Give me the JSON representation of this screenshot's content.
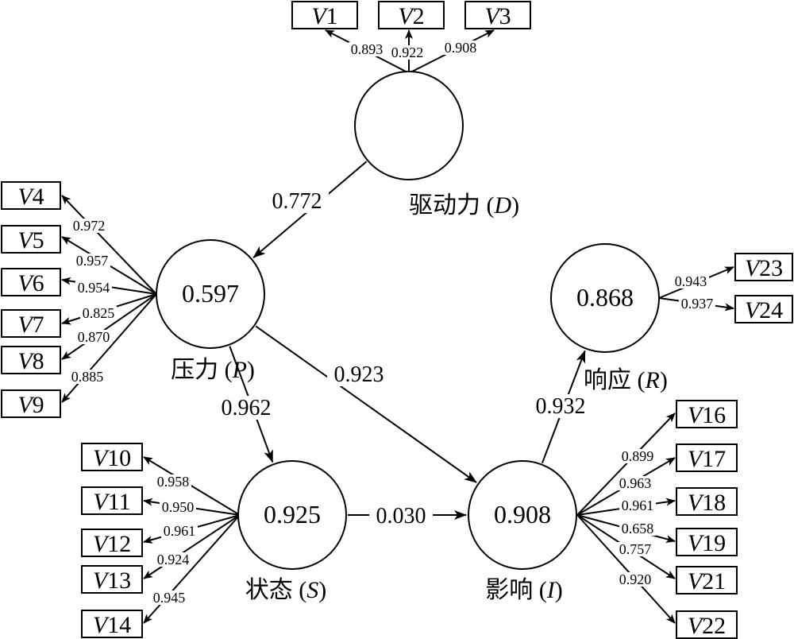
{
  "title": "DPSIR structural equation model path diagram",
  "colors": {
    "stroke": "#000000",
    "background": "#ffffff"
  },
  "constructs": {
    "D": {
      "name_cn": "驱动力",
      "abbr": "D",
      "r2": ""
    },
    "P": {
      "name_cn": "压力",
      "abbr": "P",
      "r2": "0.597"
    },
    "S": {
      "name_cn": "状态",
      "abbr": "S",
      "r2": "0.925"
    },
    "I": {
      "name_cn": "影响",
      "abbr": "I",
      "r2": "0.908"
    },
    "R": {
      "name_cn": "响应",
      "abbr": "R",
      "r2": "0.868"
    }
  },
  "paths": [
    {
      "from": "D",
      "to": "P",
      "coef": "0.772"
    },
    {
      "from": "P",
      "to": "S",
      "coef": "0.962"
    },
    {
      "from": "P",
      "to": "I",
      "coef": "0.923"
    },
    {
      "from": "S",
      "to": "I",
      "coef": "0.030"
    },
    {
      "from": "I",
      "to": "R",
      "coef": "0.932"
    }
  ],
  "indicators": {
    "D": [
      {
        "name": "V1",
        "loading": "0.893"
      },
      {
        "name": "V2",
        "loading": "0.922"
      },
      {
        "name": "V3",
        "loading": "0.908"
      }
    ],
    "P": [
      {
        "name": "V4",
        "loading": "0.972"
      },
      {
        "name": "V5",
        "loading": "0.957"
      },
      {
        "name": "V6",
        "loading": "0.954"
      },
      {
        "name": "V7",
        "loading": "0.825"
      },
      {
        "name": "V8",
        "loading": "0.870"
      },
      {
        "name": "V9",
        "loading": "0.885"
      }
    ],
    "S": [
      {
        "name": "V10",
        "loading": "0.958"
      },
      {
        "name": "V11",
        "loading": "0.950"
      },
      {
        "name": "V12",
        "loading": "0.961"
      },
      {
        "name": "V13",
        "loading": "0.924"
      },
      {
        "name": "V14",
        "loading": "0.945"
      }
    ],
    "I": [
      {
        "name": "V16",
        "loading": "0.899"
      },
      {
        "name": "V17",
        "loading": "0.963"
      },
      {
        "name": "V18",
        "loading": "0.961"
      },
      {
        "name": "V19",
        "loading": "0.658"
      },
      {
        "name": "V21",
        "loading": "0.757"
      },
      {
        "name": "V22",
        "loading": "0.920"
      }
    ],
    "R": [
      {
        "name": "V23",
        "loading": "0.943"
      },
      {
        "name": "V24",
        "loading": "0.937"
      }
    ]
  }
}
